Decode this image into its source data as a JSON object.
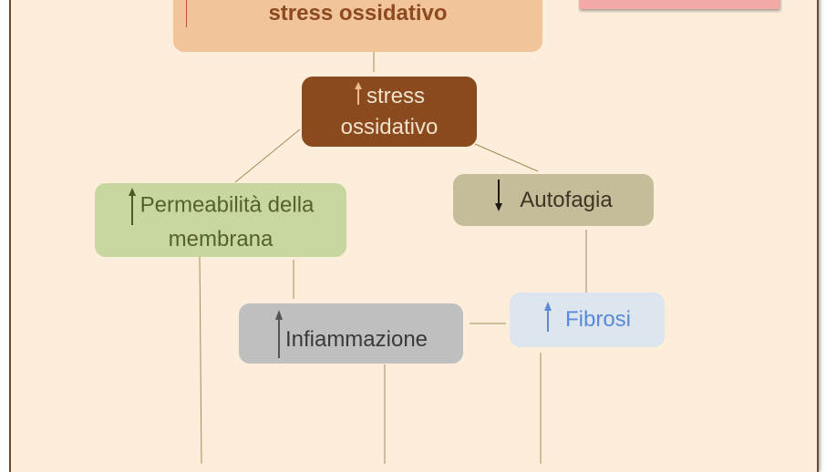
{
  "nodes": {
    "top": {
      "label": "stress ossidativo",
      "color": "#f2c499"
    },
    "stress": {
      "line1": "stress",
      "line2": "ossidativo",
      "color": "#8b4a1e"
    },
    "permeabilita": {
      "line1": "Permeabilità della",
      "line2": "membrana",
      "color": "#c8d6a0"
    },
    "autofagia": {
      "label": "Autofagia",
      "color": "#c5bd9a"
    },
    "infiammazione": {
      "label": "Infiammazione",
      "color": "#bfbfbf"
    },
    "fibrosi": {
      "label": "Fibrosi",
      "color": "#dde6ee"
    }
  },
  "arrows": {
    "up": "up-arrow-icon",
    "down": "down-arrow-icon"
  }
}
